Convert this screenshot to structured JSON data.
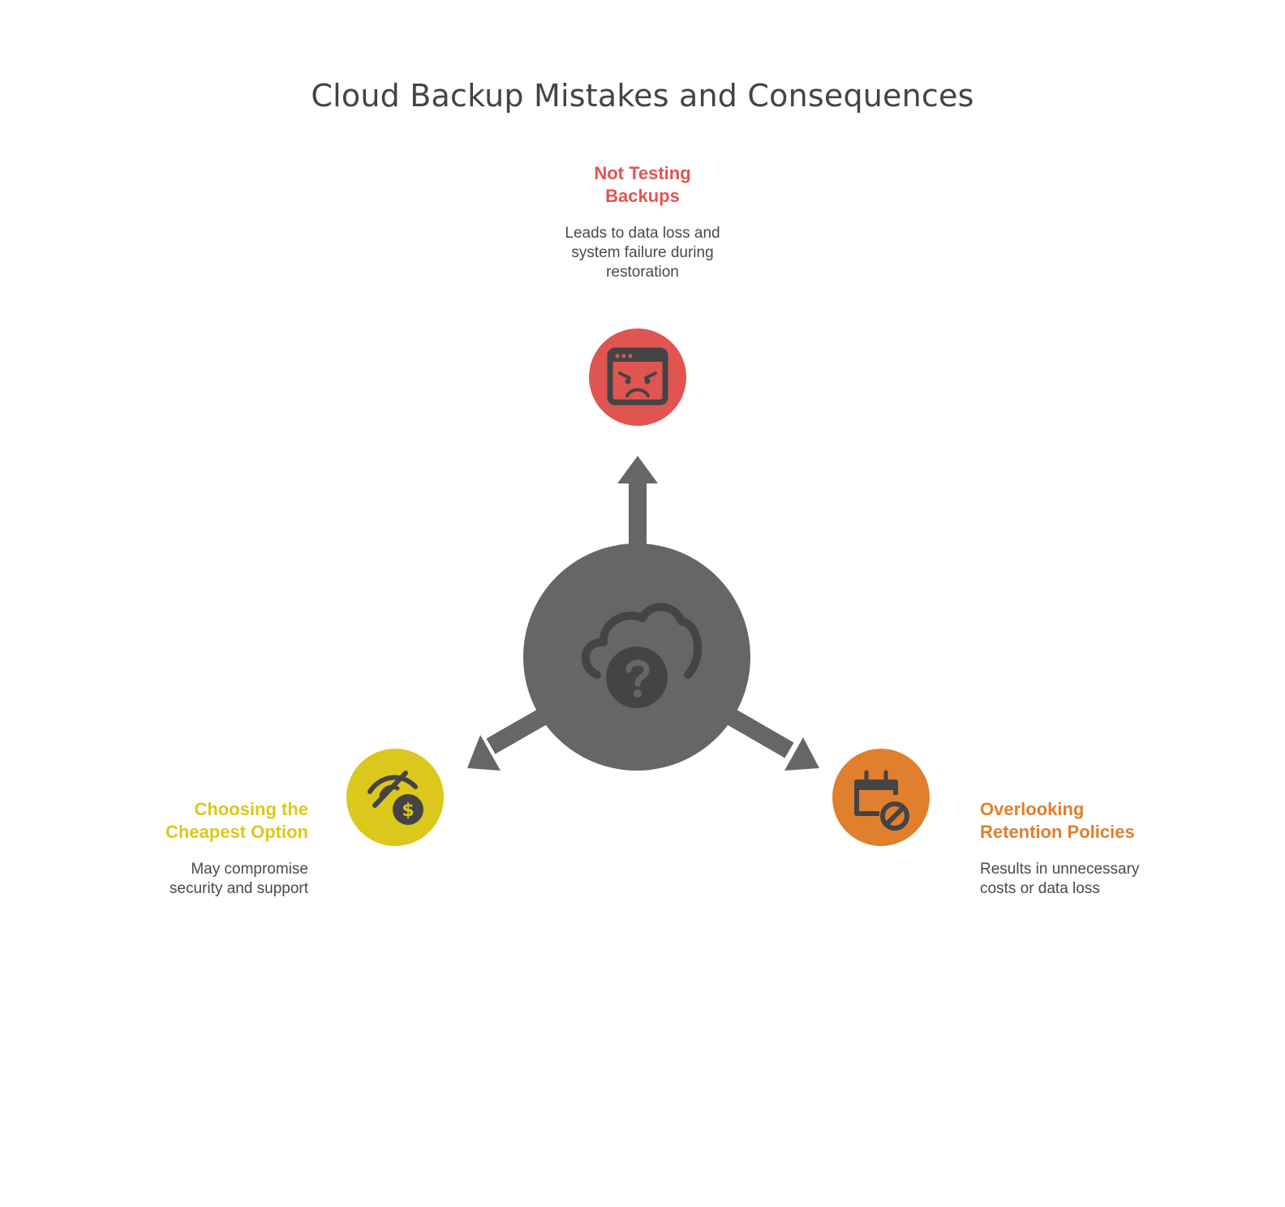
{
  "title": "Cloud Backup Mistakes and Consequences",
  "colors": {
    "hub": "#666666",
    "arrow": "#666666",
    "icon_dark": "#444444",
    "top_accent": "#e05552",
    "left_accent": "#dcc81c",
    "right_accent": "#e07f2e",
    "desc_text": "#4a4a4a"
  },
  "hub": {
    "icon": "cloud-question-icon"
  },
  "branches": {
    "top": {
      "heading_line1": "Not Testing",
      "heading_line2": "Backups",
      "desc_line1": "Leads to data loss and",
      "desc_line2": "system failure during",
      "desc_line3": "restoration",
      "icon": "angry-browser-icon"
    },
    "left": {
      "heading_line1": "Choosing the",
      "heading_line2": "Cheapest Option",
      "desc_line1": "May compromise",
      "desc_line2": "security and support",
      "icon": "hidden-cost-icon"
    },
    "right": {
      "heading_line1": "Overlooking",
      "heading_line2": "Retention Policies",
      "desc_line1": "Results in unnecessary",
      "desc_line2": "costs or data loss",
      "icon": "calendar-blocked-icon"
    }
  }
}
